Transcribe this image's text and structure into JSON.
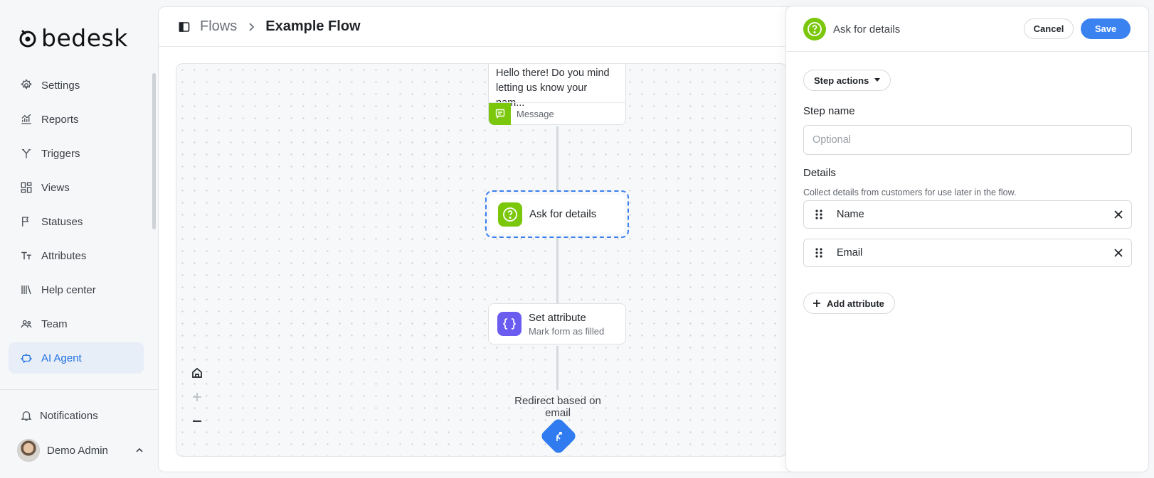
{
  "brand": {
    "logo_text": "bedesk"
  },
  "sidebar": {
    "items": [
      {
        "label": "Settings",
        "icon": "gear-icon"
      },
      {
        "label": "Reports",
        "icon": "chart-icon"
      },
      {
        "label": "Triggers",
        "icon": "branch-icon"
      },
      {
        "label": "Views",
        "icon": "grid-icon"
      },
      {
        "label": "Statuses",
        "icon": "flag-icon"
      },
      {
        "label": "Attributes",
        "icon": "text-icon"
      },
      {
        "label": "Help center",
        "icon": "library-icon"
      },
      {
        "label": "Team",
        "icon": "team-icon"
      },
      {
        "label": "AI Agent",
        "icon": "bot-icon",
        "active": true
      }
    ],
    "notifications_label": "Notifications",
    "user_name": "Demo Admin"
  },
  "header": {
    "breadcrumb_root": "Flows",
    "breadcrumb_current": "Example Flow"
  },
  "canvas": {
    "message_node": {
      "text": "Hello there! Do you mind letting us know your nam...",
      "type_label": "Message"
    },
    "ask_node": {
      "title": "Ask for details"
    },
    "set_node": {
      "title": "Set attribute",
      "subtitle": "Mark form as filled"
    },
    "redirect_node": {
      "title": "Redirect based on email"
    }
  },
  "panel": {
    "title": "Ask for details",
    "cancel_label": "Cancel",
    "save_label": "Save",
    "step_actions_label": "Step actions",
    "step_name_label": "Step name",
    "step_name_placeholder": "Optional",
    "step_name_value": "",
    "details_label": "Details",
    "details_hint": "Collect details from customers for use later in the flow.",
    "attributes": [
      "Name",
      "Email"
    ],
    "add_attribute_label": "Add attribute"
  },
  "colors": {
    "accent": "#3a82f0",
    "green": "#7ac70c",
    "purple": "#6b5cf0",
    "active_nav_bg": "#e7eef8"
  }
}
